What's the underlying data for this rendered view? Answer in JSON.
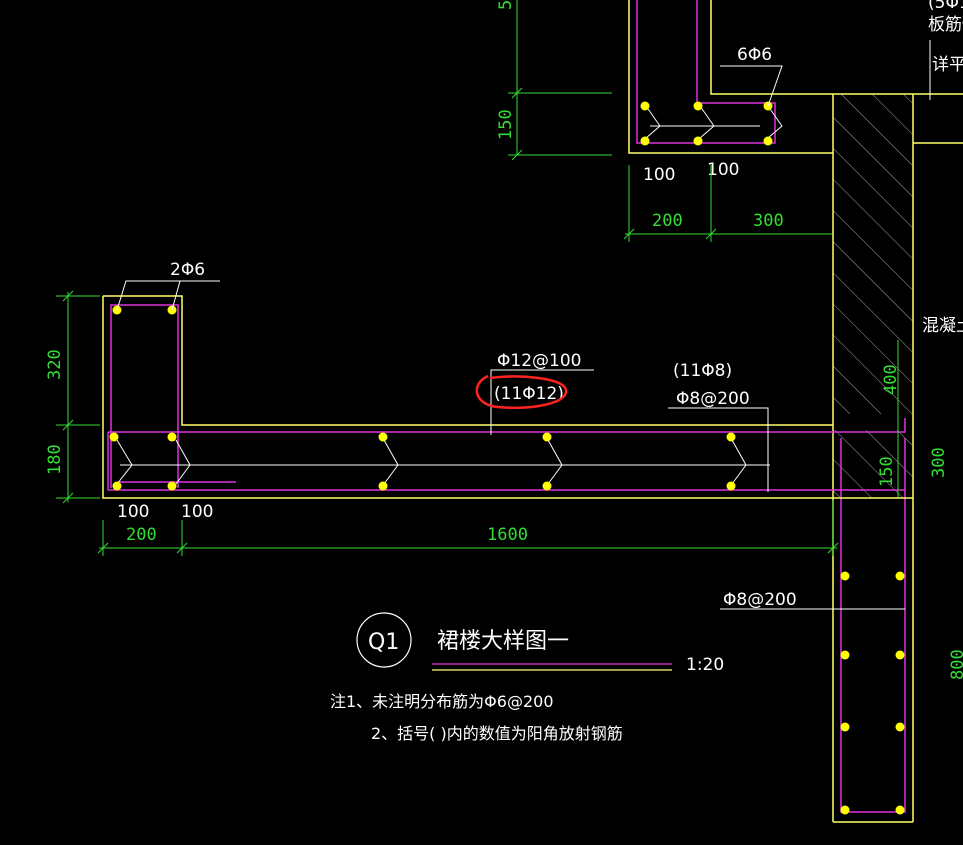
{
  "colors": {
    "background": "#000000",
    "concrete_outline": "#ffff66",
    "rebar": "#dd33dd",
    "dimension": "#33dd33",
    "text": "#ffffff",
    "rebar_dot": "#ffff00",
    "markup_circle": "#ff2222"
  },
  "top_detail": {
    "rebar_label": "6Φ6",
    "dim_vertical_top": "5",
    "dim_vertical": "150",
    "spacing_left": "100",
    "spacing_right": "100",
    "dim_left": "200",
    "dim_right": "300"
  },
  "right_fragments": {
    "top_line1": "(5Φ1",
    "top_line2": "板筋伸",
    "top_line3": "详平面",
    "concrete_label": "混凝土",
    "dim_400": "400",
    "dim_150": "150",
    "dim_300": "300",
    "dim_800": "800",
    "rebar_label": "Φ8@200"
  },
  "main_detail": {
    "corner_rebar": "2Φ6",
    "dim_320": "320",
    "dim_180": "180",
    "top_bar": "Φ12@100",
    "top_bar_corner": "(11Φ12)",
    "bottom_bar_corner": "(11Φ8)",
    "bottom_bar": "Φ8@200",
    "spacing_left": "100",
    "spacing_right": "100",
    "dim_200": "200",
    "dim_1600": "1600"
  },
  "title_block": {
    "symbol": "Q1",
    "title": "裙楼大样图一",
    "scale": "1:20"
  },
  "notes": {
    "line1": "注1、未注明分布筋为Φ6@200",
    "line2": "2、括号( )内的数值为阳角放射钢筋"
  }
}
